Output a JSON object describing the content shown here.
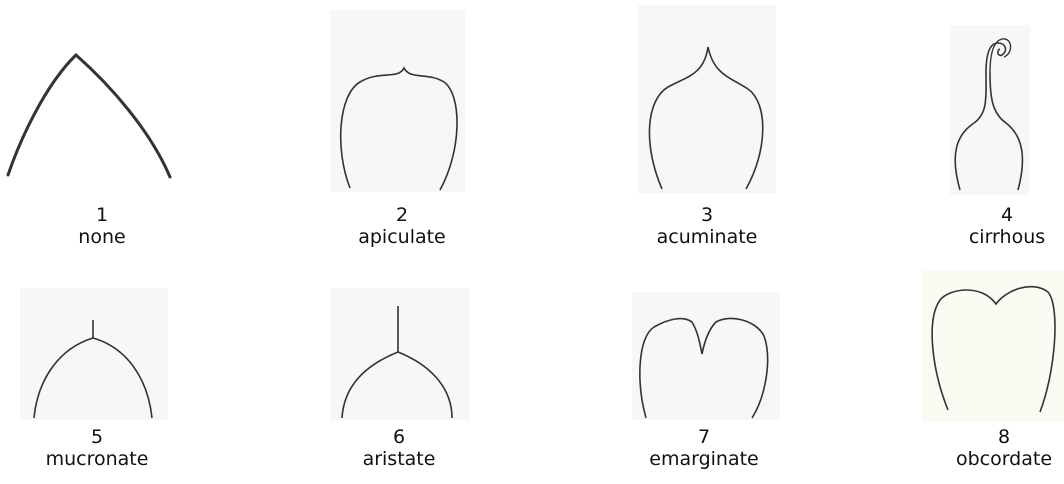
{
  "diagram": {
    "items": [
      {
        "number": "1",
        "label": "none",
        "shape": "none-apex"
      },
      {
        "number": "2",
        "label": "apiculate",
        "shape": "apiculate-apex"
      },
      {
        "number": "3",
        "label": "acuminate",
        "shape": "acuminate-apex"
      },
      {
        "number": "4",
        "label": "cirrhous",
        "shape": "cirrhous-apex"
      },
      {
        "number": "5",
        "label": "mucronate",
        "shape": "mucronate-apex"
      },
      {
        "number": "6",
        "label": "aristate",
        "shape": "aristate-apex"
      },
      {
        "number": "7",
        "label": "emarginate",
        "shape": "emarginate-apex"
      },
      {
        "number": "8",
        "label": "obcordate",
        "shape": "obcordate-apex"
      }
    ],
    "colors": {
      "line": "#333333",
      "panel_bg": "#f7f7f7",
      "panel_bg_warm": "#fbfbf3"
    }
  }
}
